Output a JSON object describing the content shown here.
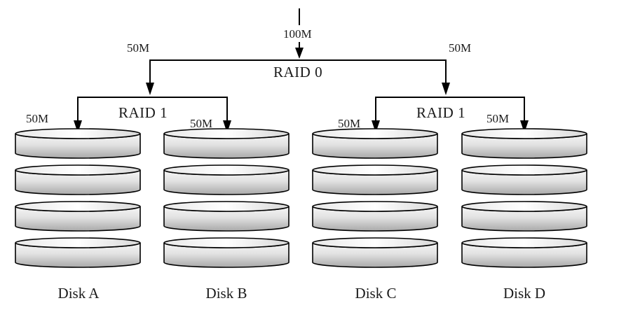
{
  "diagram": {
    "input_size": "100M",
    "top_level": {
      "label": "RAID 0",
      "left_size": "50M",
      "right_size": "50M"
    },
    "groups": [
      {
        "label": "RAID 1",
        "left_size": "50M",
        "right_size": "50M",
        "disks": [
          "Disk A",
          "Disk B"
        ]
      },
      {
        "label": "RAID 1",
        "left_size": "50M",
        "right_size": "50M",
        "disks": [
          "Disk C",
          "Disk D"
        ]
      }
    ],
    "platters_per_disk": 4,
    "colors": {
      "line": "#000000",
      "platter_light": "#f4f4f4",
      "platter_dark": "#b8b8b8",
      "text": "#1a1a1a"
    }
  }
}
